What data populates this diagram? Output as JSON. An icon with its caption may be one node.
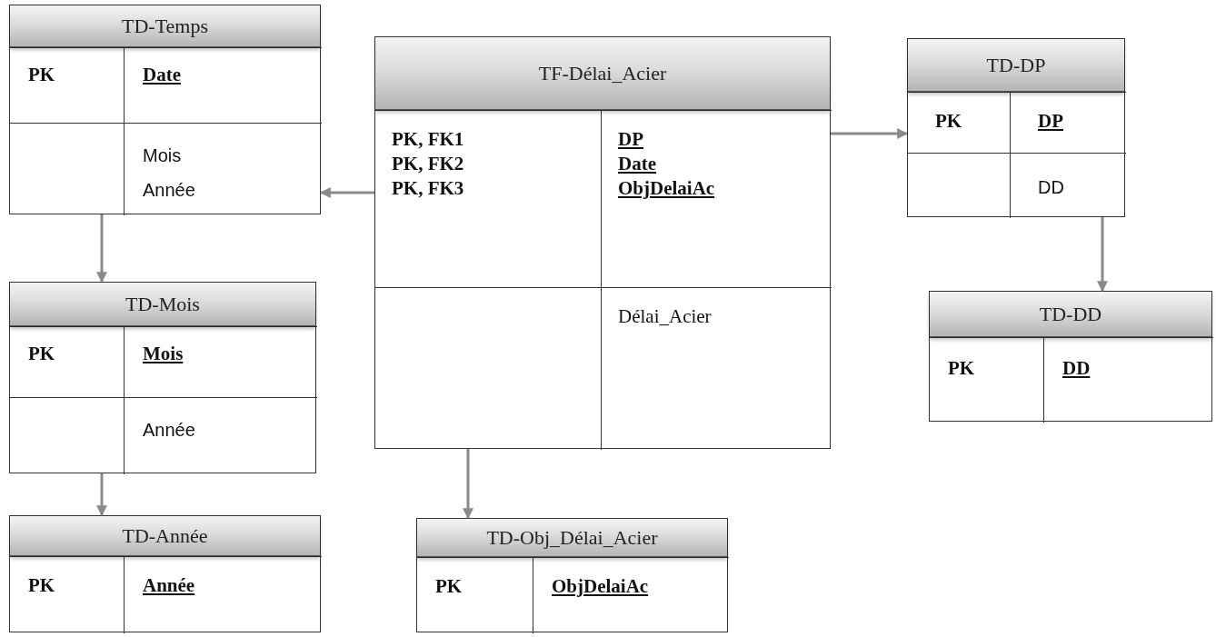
{
  "diagram": {
    "nodes": [
      {
        "text": [
          "TD-Temps"
        ]
      },
      {
        "text": [
          "PK"
        ],
        "in": 0
      },
      {
        "text": [
          "Date"
        ],
        "in": 0
      },
      {
        "text": [],
        "shape": "box",
        "in": 0
      },
      {
        "text": [
          "Mois",
          "Année"
        ],
        "in": 0
      },
      {
        "text": [
          "TF-Délai_Acier"
        ]
      },
      {
        "text": [
          "PK, FK1",
          "PK, FK2",
          "PK, FK3"
        ],
        "in": 5
      },
      {
        "text": [
          "DP",
          "Date",
          "ObjDelaiAc"
        ],
        "in": 5
      },
      {
        "text": [],
        "shape": "box",
        "in": 5
      },
      {
        "text": [
          "Délai_Acier"
        ],
        "in": 5
      },
      {
        "text": [
          "TD-DP"
        ]
      },
      {
        "text": [
          "PK"
        ],
        "in": 10
      },
      {
        "text": [
          "DP"
        ],
        "in": 10
      },
      {
        "text": [],
        "shape": "box",
        "in": 10
      },
      {
        "text": [
          "DD"
        ],
        "in": 10
      },
      {
        "text": [
          "TD-Mois"
        ]
      },
      {
        "text": [
          "PK"
        ],
        "in": 15
      },
      {
        "text": [
          "Mois"
        ],
        "in": 15
      },
      {
        "text": [],
        "shape": "box",
        "in": 15
      },
      {
        "text": [
          "Année"
        ],
        "in": 15
      },
      {
        "text": [
          "TD-DD"
        ]
      },
      {
        "text": [
          "PK"
        ],
        "in": 20
      },
      {
        "text": [
          "DD"
        ],
        "in": 20
      },
      {
        "text": [
          "TD-Année"
        ]
      },
      {
        "text": [
          "PK"
        ],
        "in": 23
      },
      {
        "text": [
          "Année"
        ],
        "in": 23
      },
      {
        "text": [
          "TD-Obj_Délai_Acier"
        ]
      },
      {
        "text": [
          "PK"
        ],
        "in": 26
      },
      {
        "text": [
          "ObjDelaiAc"
        ],
        "in": 26
      }
    ],
    "edges": [
      {
        "from": 5,
        "to": 0,
        "arrow": "to"
      },
      {
        "from": 5,
        "to": 10,
        "arrow": "to"
      },
      {
        "from": 5,
        "to": 26,
        "arrow": "to"
      },
      {
        "from": 0,
        "to": 15,
        "arrow": "to"
      },
      {
        "from": 15,
        "to": 23,
        "arrow": "to"
      },
      {
        "from": 10,
        "to": 20,
        "arrow": "to"
      }
    ]
  }
}
